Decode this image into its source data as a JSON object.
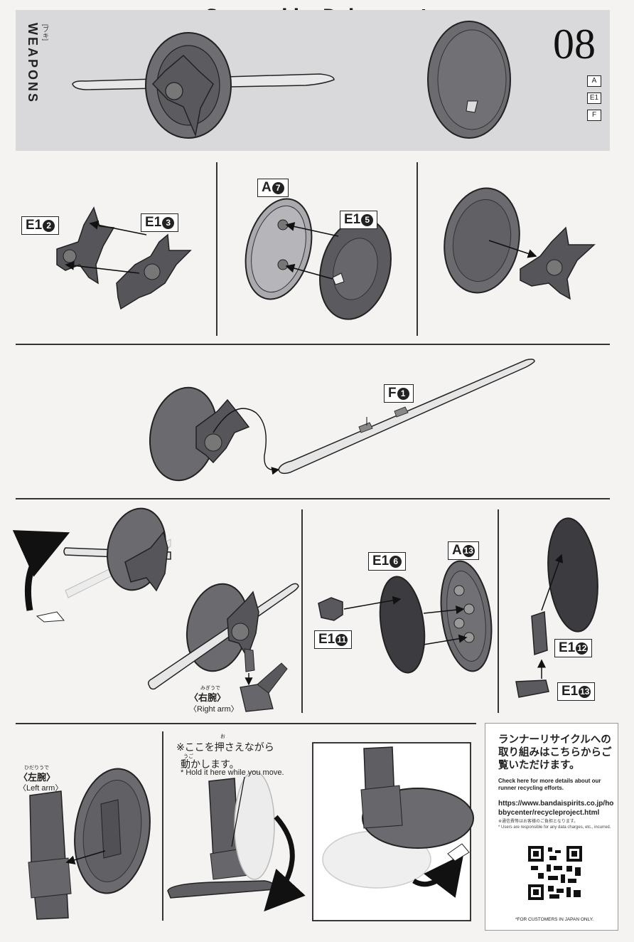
{
  "watermark": "Scanned by Dalong.net",
  "header": {
    "section_en": "WEAPONS",
    "section_kana": "[ブキ]",
    "step_number": "08",
    "runners": [
      "A",
      "E1",
      "F"
    ]
  },
  "step1": {
    "left_part": "E1",
    "left_num": "2",
    "right_part": "E1",
    "right_num": "3"
  },
  "step2": {
    "shield_part": "A",
    "shield_num": "7",
    "cover_part": "E1",
    "cover_num": "5"
  },
  "step4": {
    "rod_part": "F",
    "rod_num": "1"
  },
  "step5": {
    "right_arm_ruby": "みぎうで",
    "right_arm_jp": "〈右腕〉",
    "right_arm_en": "〈Right arm〉"
  },
  "step6": {
    "disc_part": "E1",
    "disc_num": "6",
    "shield_part": "A",
    "shield_num": "13",
    "peg_part": "E1",
    "peg_num": "11"
  },
  "step7": {
    "upper_part": "E1",
    "upper_num": "12",
    "lower_part": "E1",
    "lower_num": "13"
  },
  "step8": {
    "left_arm_ruby": "ひだりうで",
    "left_arm_jp": "〈左腕〉",
    "left_arm_en": "〈Left arm〉"
  },
  "step9": {
    "hold_ruby1": "お",
    "hold_jp1": "※ここを押さえながら",
    "hold_ruby2": "うご",
    "hold_jp2": "動かします。",
    "hold_en": "* Hold it here while you move."
  },
  "recycle": {
    "title": "ランナーリサイクルへの取り組みはこちらからご覧いただけます。",
    "desc": "Check here for more details about our runner recycling efforts.",
    "url": "https://www.bandaispirits.co.jp/hobbycenter/recycleproject.html",
    "note_jp": "※通信費等はお客様のご負担となります。",
    "note_en": "* Users are responsible for any data charges, etc., incurred.",
    "footer": "*FOR CUSTOMERS IN JAPAN ONLY."
  }
}
